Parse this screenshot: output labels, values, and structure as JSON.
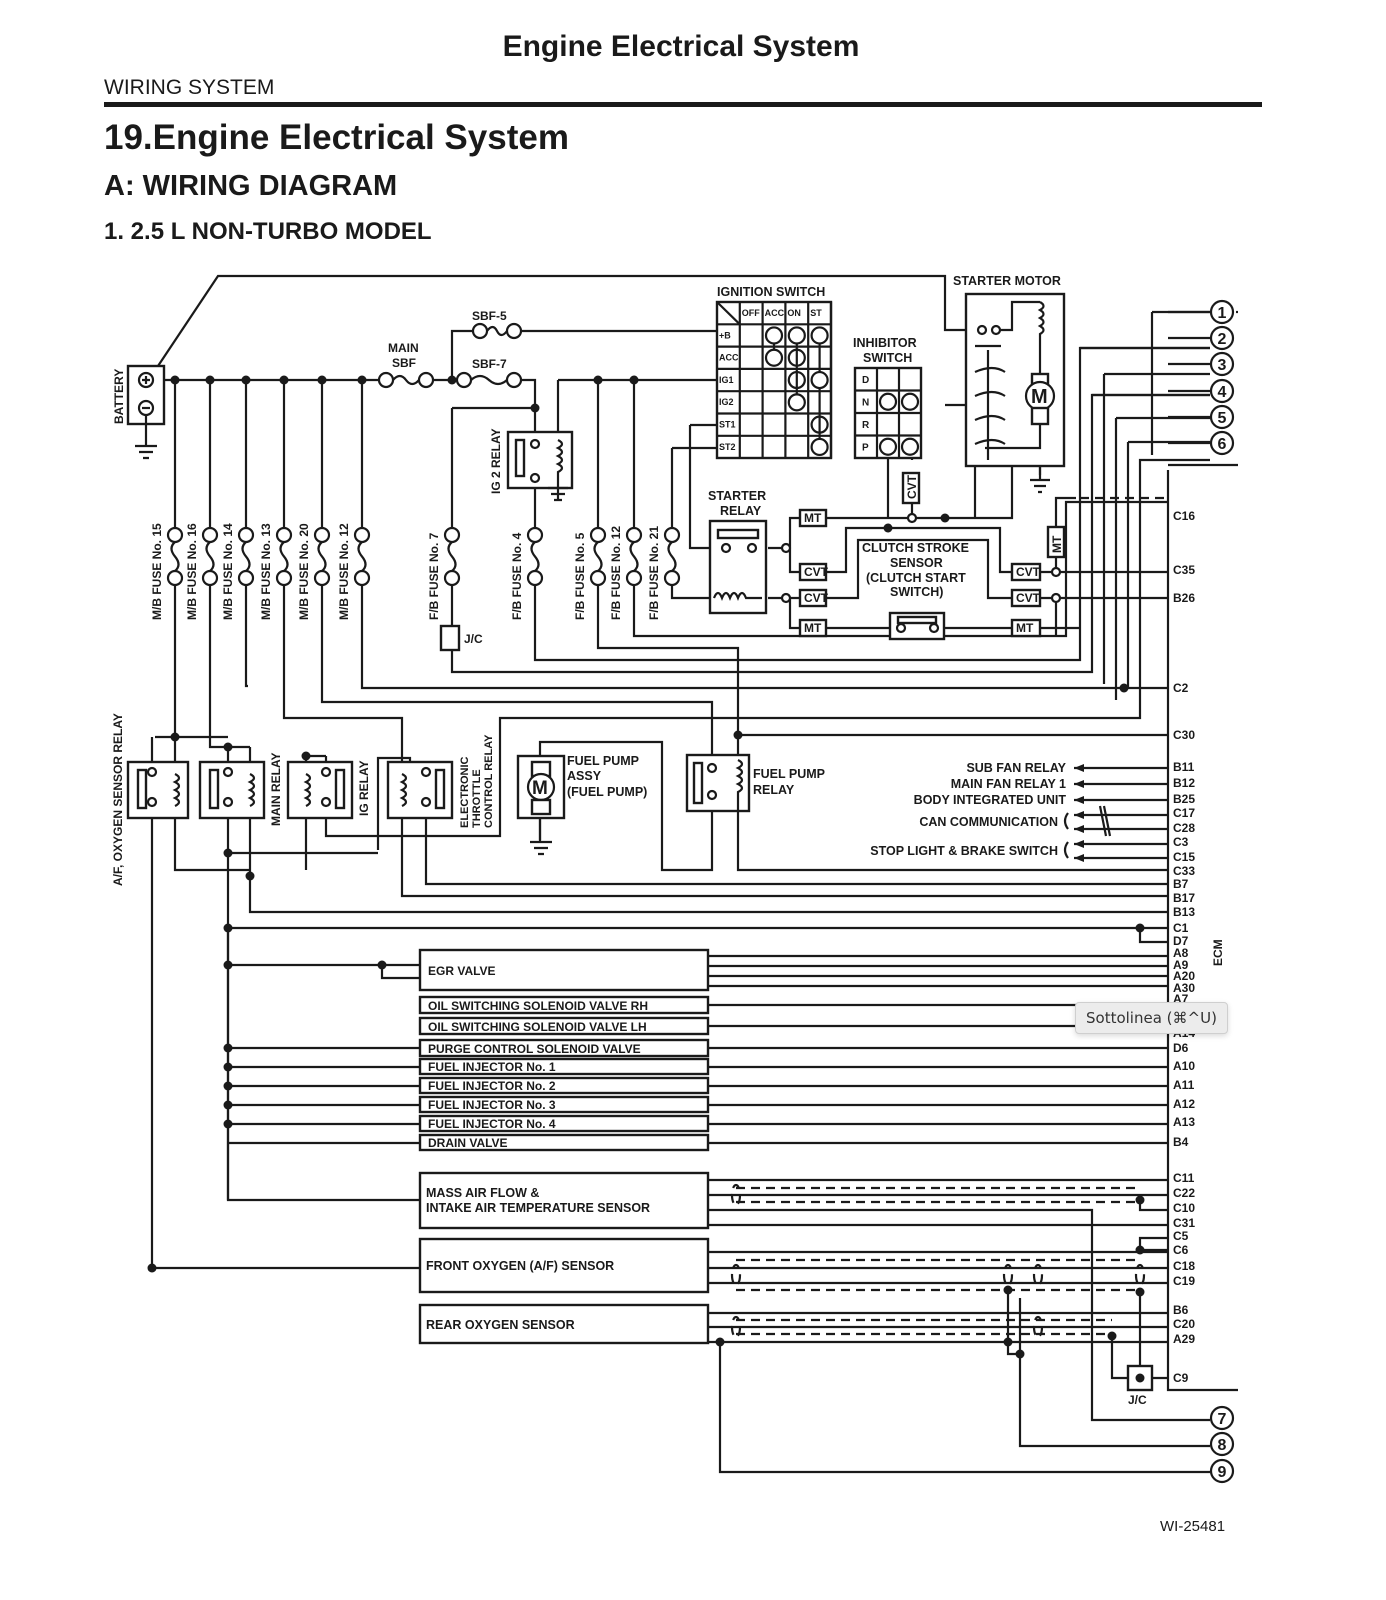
{
  "header": {
    "running_title": "Engine Electrical System",
    "section": "WIRING SYSTEM"
  },
  "headings": {
    "h1": "19.Engine Electrical System",
    "h2": "A:  WIRING DIAGRAM",
    "h3": "1.  2.5 L NON-TURBO MODEL"
  },
  "figure_id": "WI-25481",
  "tooltip": "Sottolinea (⌘^U)",
  "components": {
    "battery": "BATTERY",
    "main_sbf": [
      "MAIN",
      "SBF"
    ],
    "sbf5": "SBF-5",
    "sbf7": "SBF-7",
    "ig2_relay": "IG 2 RELAY",
    "ignition_switch": {
      "title": "IGNITION SWITCH",
      "columns": [
        "OFF",
        "ACC",
        "ON",
        "ST"
      ],
      "rows": [
        "+B",
        "ACC",
        "IG1",
        "IG2",
        "ST1",
        "ST2"
      ]
    },
    "inhibitor_switch": {
      "title": [
        "INHIBITOR",
        "SWITCH"
      ],
      "rows": [
        "D",
        "N",
        "R",
        "P"
      ]
    },
    "starter_motor": "STARTER MOTOR",
    "starter_relay": [
      "STARTER",
      "RELAY"
    ],
    "clutch_sensor": [
      "CLUTCH STROKE",
      "SENSOR",
      "(CLUTCH START",
      "SWITCH)"
    ],
    "mt": "MT",
    "cvt": "CVT",
    "jc": "J/C",
    "mb_fuses": [
      "M/B FUSE No. 15",
      "M/B FUSE No. 16",
      "M/B FUSE No. 14",
      "M/B FUSE No. 13",
      "M/B FUSE No. 20",
      "M/B FUSE No. 12"
    ],
    "fb_fuses": [
      "F/B FUSE No. 7",
      "F/B FUSE No. 4",
      "F/B FUSE No. 5",
      "F/B FUSE No. 12",
      "F/B FUSE No. 21"
    ],
    "af_relay": "A/F, OXYGEN SENSOR RELAY",
    "main_relay": "MAIN RELAY",
    "ig_relay": "IG RELAY",
    "etc_relay": [
      "ELECTRONIC",
      "THROTTLE",
      "CONTROL RELAY"
    ],
    "fuel_pump": [
      "FUEL PUMP",
      "ASSY",
      "(FUEL PUMP)"
    ],
    "fuel_pump_relay": [
      "FUEL PUMP",
      "RELAY"
    ],
    "motor_symbol": "M",
    "ecm": "ECM"
  },
  "outputs": [
    "SUB FAN RELAY",
    "MAIN FAN RELAY 1",
    "BODY INTEGRATED UNIT",
    "CAN COMMUNICATION",
    "STOP LIGHT & BRAKE SWITCH"
  ],
  "actuators": [
    "EGR VALVE",
    "OIL SWITCHING SOLENOID VALVE RH",
    "OIL SWITCHING SOLENOID VALVE LH",
    "PURGE CONTROL SOLENOID VALVE",
    "FUEL INJECTOR No. 1",
    "FUEL INJECTOR No. 2",
    "FUEL INJECTOR No. 3",
    "FUEL INJECTOR No. 4",
    "DRAIN VALVE"
  ],
  "sensors": [
    [
      "MASS AIR FLOW &",
      "INTAKE AIR TEMPERATURE SENSOR"
    ],
    [
      "FRONT OXYGEN (A/F) SENSOR"
    ],
    [
      "REAR OXYGEN SENSOR"
    ]
  ],
  "ecm_pins": [
    "C16",
    "C35",
    "B26",
    "C2",
    "C30",
    "B11",
    "B12",
    "B25",
    "C17",
    "C28",
    "C3",
    "C15",
    "C33",
    "B7",
    "B17",
    "B13",
    "C1",
    "D7",
    "A8",
    "A9",
    "A20",
    "A30",
    "A7",
    "A14",
    "D6",
    "A10",
    "A11",
    "A12",
    "A13",
    "B4",
    "C11",
    "C22",
    "C10",
    "C31",
    "C5",
    "C6",
    "C18",
    "C19",
    "B6",
    "C20",
    "A29",
    "C9"
  ],
  "connector_refs": [
    "1",
    "2",
    "3",
    "4",
    "5",
    "6",
    "7",
    "8",
    "9"
  ]
}
